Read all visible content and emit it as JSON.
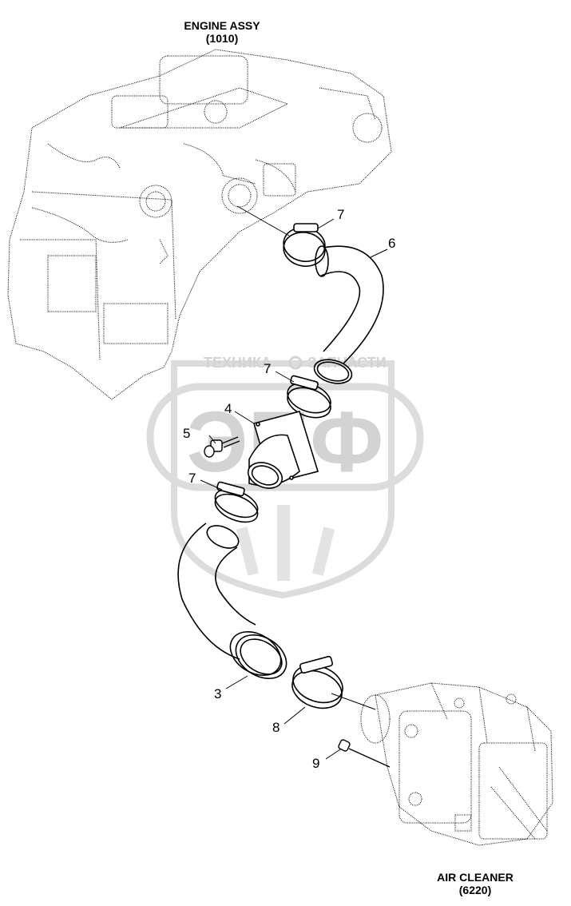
{
  "top_caption": {
    "title": "ENGINE ASSY",
    "code": "(1010)"
  },
  "bottom_caption": {
    "title": "AIR CLEANER",
    "code": "(6220)"
  },
  "watermark": {
    "top_text_left": "ТЕХНИКА",
    "top_text_right": "ЗАПЧАСТИ",
    "logo": "ЭПФ",
    "color": "#d9d9d9"
  },
  "callouts": {
    "c3": "3",
    "c4": "4",
    "c5": "5",
    "c6": "6",
    "c7a": "7",
    "c7b": "7",
    "c7c": "7",
    "c8": "8",
    "c9": "9"
  },
  "colors": {
    "line": "#000000",
    "background": "#ffffff"
  }
}
